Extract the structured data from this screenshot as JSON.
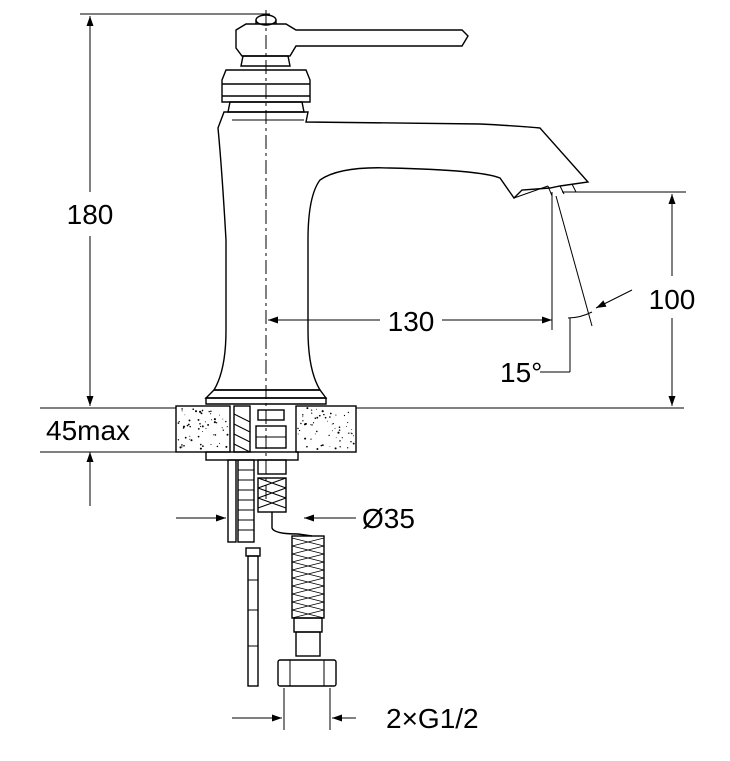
{
  "drawing": {
    "dimensions": {
      "total_height": "180",
      "deck_thickness": "45max",
      "spout_reach": "130",
      "spout_height": "100",
      "spout_angle": "15°",
      "shank_diameter": "Ø35",
      "connections": "2×G1/2"
    }
  },
  "colors": {
    "line": "#000000",
    "background": "#ffffff",
    "deck_speckle": "#000000"
  }
}
